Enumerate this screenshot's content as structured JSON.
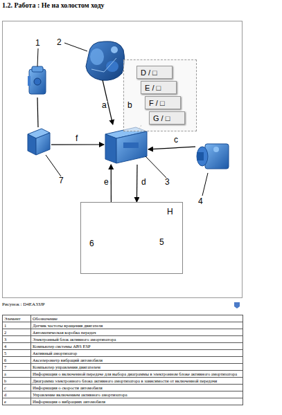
{
  "diagram": {
    "title": "1.2. Работа : Не на холостом ходу",
    "caption": "Рисунок : D4EA33JP",
    "nodes": [
      {
        "text": [
          "1"
        ]
      },
      {
        "text": [
          "2"
        ]
      },
      {
        "text": [
          "b"
        ]
      },
      {
        "text": [
          "D / □"
        ],
        "in": 2
      },
      {
        "text": [
          "E / □"
        ],
        "in": 2
      },
      {
        "text": [
          "F / □"
        ],
        "in": 2
      },
      {
        "text": [
          "G / □"
        ],
        "in": 2
      },
      {
        "text": [
          "3"
        ]
      },
      {
        "text": [
          "4"
        ]
      },
      {
        "text": [
          "H"
        ]
      },
      {
        "text": [
          "6"
        ],
        "in": 9
      },
      {
        "text": [
          "5"
        ],
        "in": 9
      },
      {
        "text": [
          "7"
        ]
      }
    ],
    "edges": [
      {
        "from": 1,
        "to": 7,
        "label": "a",
        "arrow": "to"
      },
      {
        "from": 8,
        "to": 7,
        "label": "c",
        "arrow": "to"
      },
      {
        "from": 12,
        "to": 7,
        "label": "f",
        "arrow": "to"
      },
      {
        "from": 9,
        "to": 7,
        "label": "e",
        "arrow": "to"
      },
      {
        "from": 7,
        "to": 9,
        "label": "d",
        "arrow": "to"
      },
      {
        "from": 0,
        "to": 12,
        "arrow": "none"
      },
      {
        "from": 2,
        "to": 7,
        "arrow": "none"
      }
    ],
    "labels": [
      "Элемент",
      "Обозначение",
      "1",
      "Датчик частоты вращения двигателя",
      "2",
      "Автоматическая коробка передач",
      "3",
      "Электронный блок активного амортизатора",
      "4",
      "Компьютер системы ABS ESP",
      "5",
      "Активный амортизатор",
      "6",
      "Акселерометр вибраций автомобиля",
      "7",
      "Компьютер управления двигателем",
      "a",
      "Информация о включенной передаче для выбора диаграммы в электронном блоке активного амортизатора",
      "b",
      "Диаграмма электронного блока активного амортизатора в зависимости от включенной передачи",
      "c",
      "Информация о скорости автомобиля",
      "d",
      "Управление включением активного амортизатора",
      "e",
      "Информация о вибрациях автомобиля"
    ]
  }
}
